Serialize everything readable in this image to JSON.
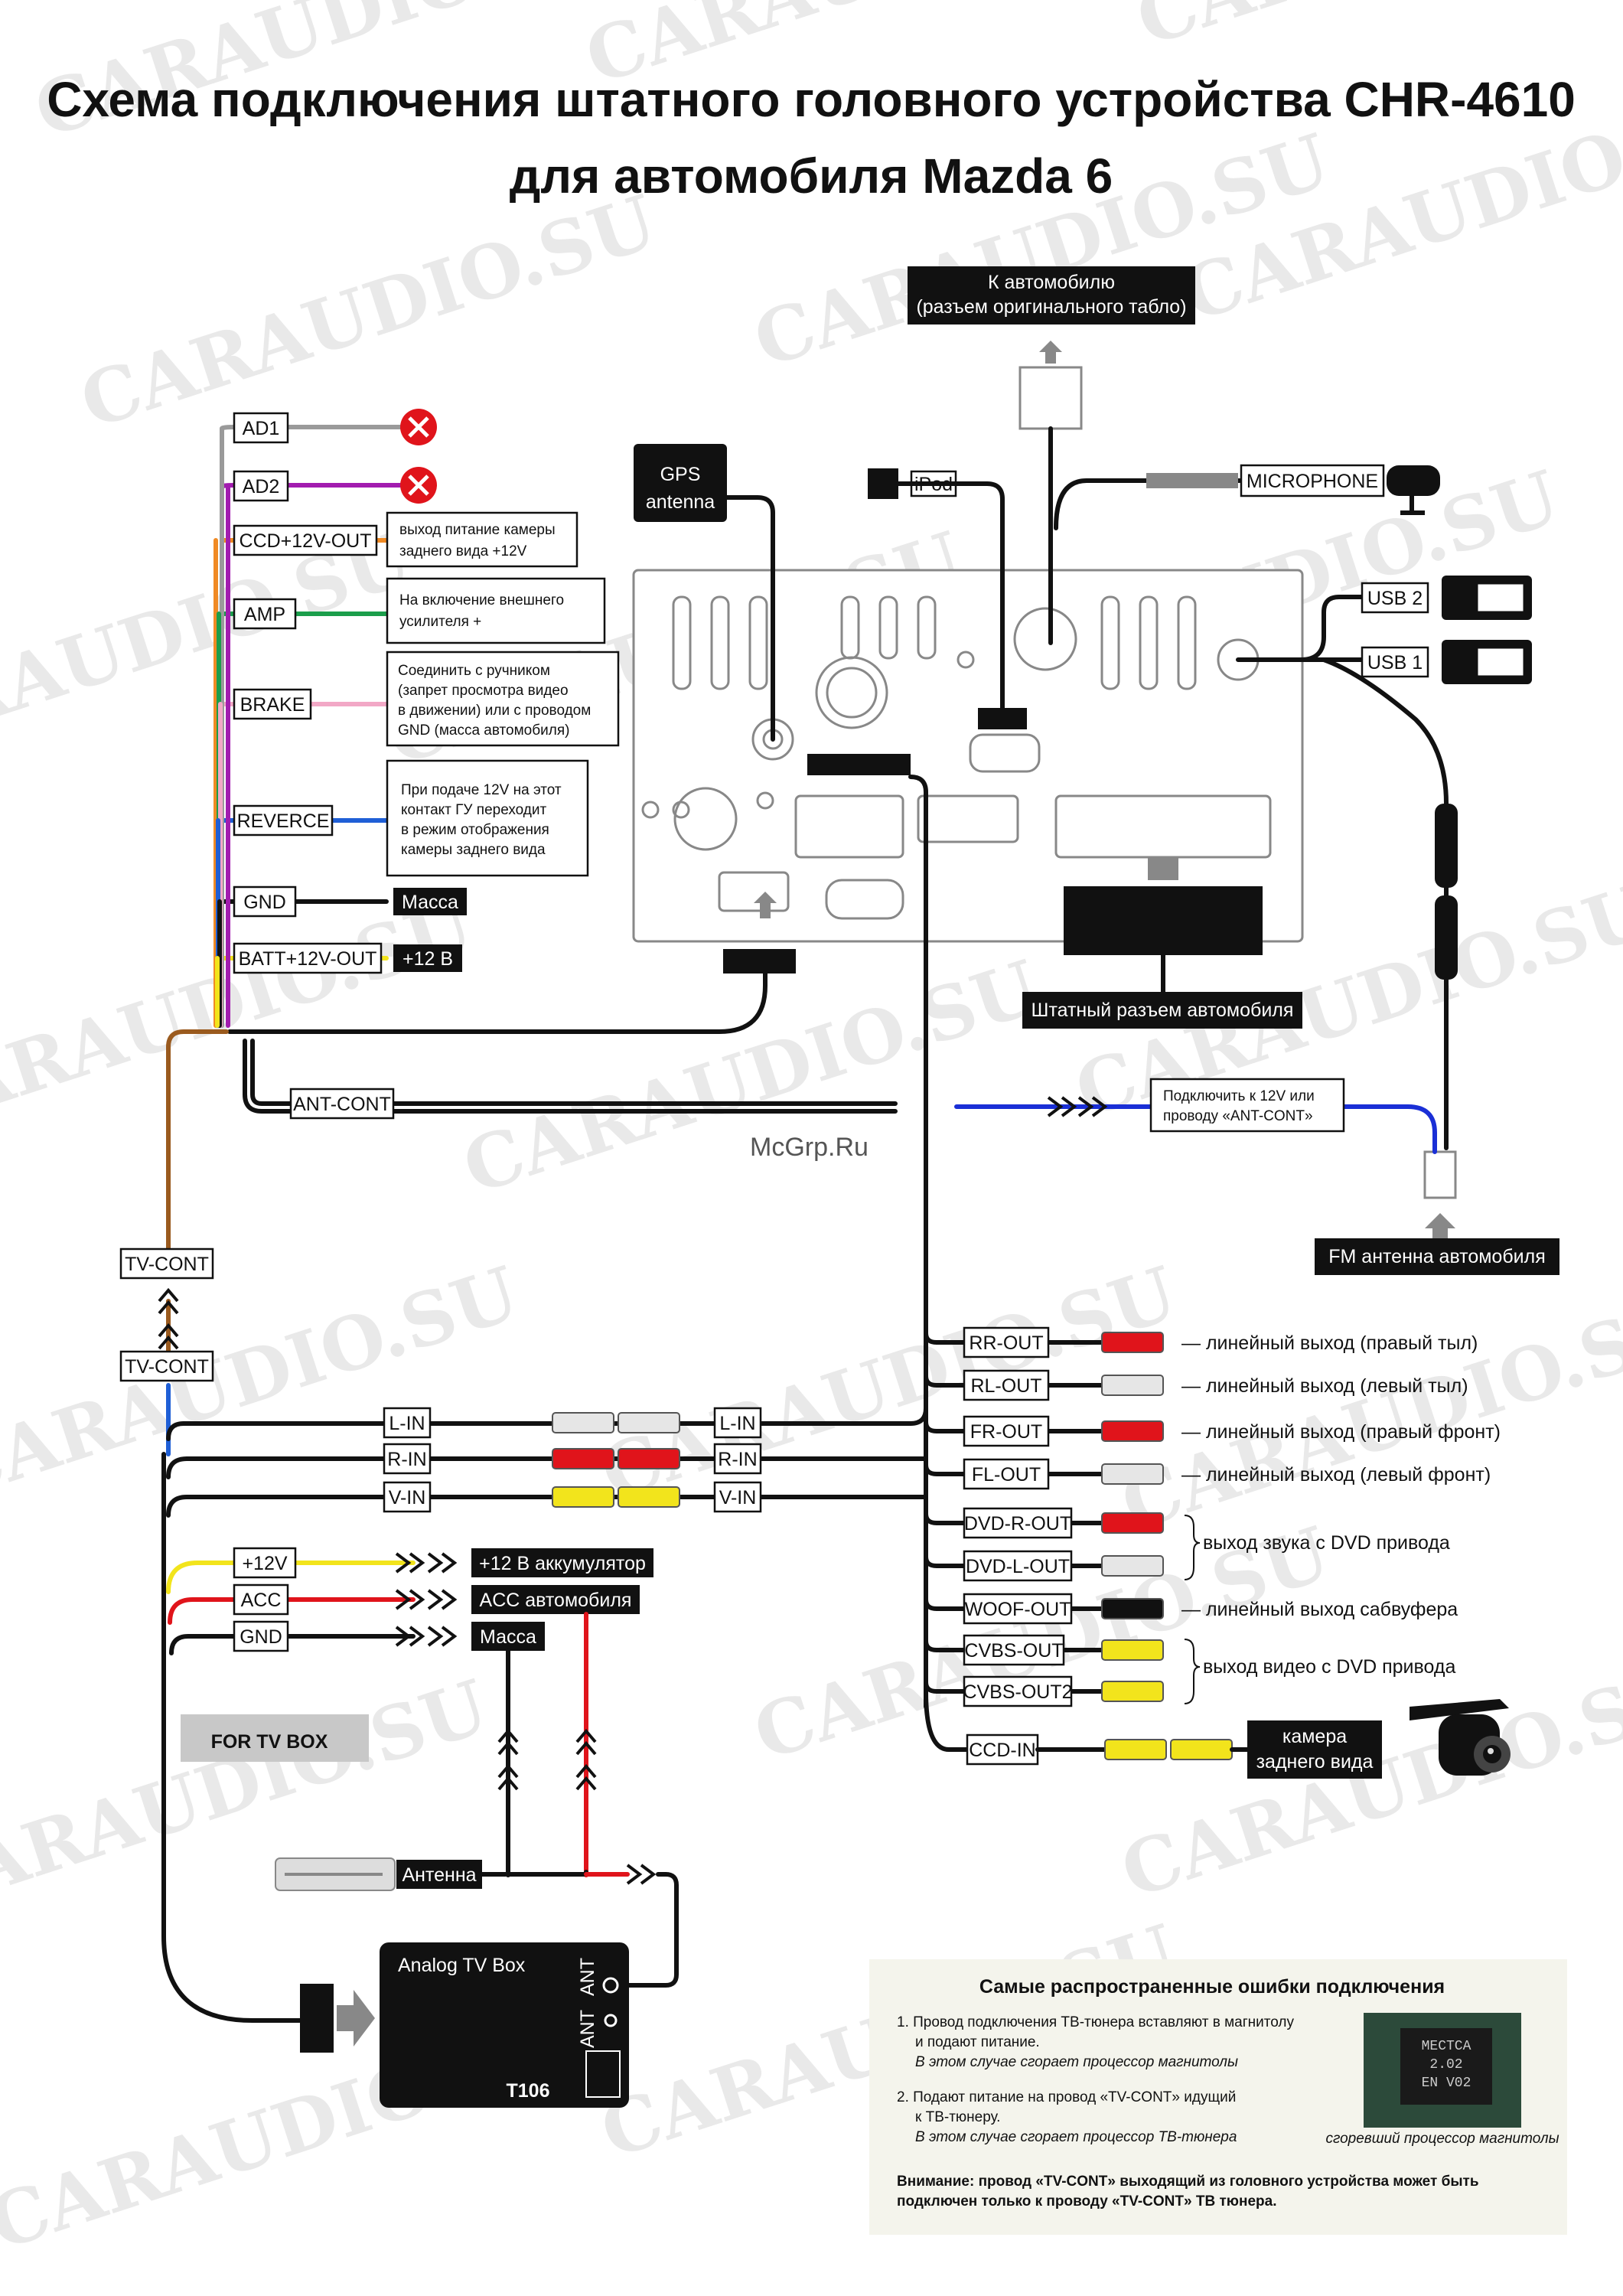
{
  "title": {
    "line1": "Схема подключения штатного головного устройства CHR-4610",
    "line2": "для автомобиля Mazda 6"
  },
  "watermarks": {
    "brand": "CARAUDIO.SU",
    "site": "McGrp.Ru"
  },
  "top": {
    "to_car_line1": "К автомобилю",
    "to_car_line2": "(разъем оригинального табло)",
    "gps_line1": "GPS",
    "gps_line2": "antenna",
    "ipod": "iPod",
    "microphone": "MICROPHONE",
    "usb2": "USB 2",
    "usb1": "USB 1"
  },
  "left_wires": {
    "ad1": "AD1",
    "ad2": "AD2",
    "ccd": "CCD+12V-OUT",
    "ccd_note_1": "выход питание камеры",
    "ccd_note_2": "заднего вида +12V",
    "amp": "AMP",
    "amp_note_1": "На включение внешнего",
    "amp_note_2": "усилителя +",
    "brake": "BRAKE",
    "brake_note_1": "Соединить с ручником",
    "brake_note_2": "(запрет просмотра видео",
    "brake_note_3": "в движении) или с проводом",
    "brake_note_4": "GND (масса автомобиля)",
    "reverce": "REVERCE",
    "reverce_note_1": "При подаче 12V на этот",
    "reverce_note_2": "контакт ГУ переходит",
    "reverce_note_3": "в режим отображения",
    "reverce_note_4": "камеры заднего вида",
    "gnd": "GND",
    "gnd_note": "Масса",
    "batt": "BATT+12V-OUT",
    "batt_note": "+12 В"
  },
  "middle": {
    "stock_connector": "Штатный разъем автомобиля",
    "ant_cont": "ANT-CONT",
    "ant_connect_1": "Подключить к 12V или",
    "ant_connect_2": "проводу «ANT-CONT»",
    "fm_antenna": "FM антенна автомобиля",
    "tv_cont_1": "TV-CONT",
    "tv_cont_2": "TV-CONT"
  },
  "av_inputs": {
    "l_in": "L-IN",
    "r_in": "R-IN",
    "v_in": "V-IN"
  },
  "tv_power": {
    "p12v": "+12V",
    "p12v_note": "+12 В аккумулятор",
    "acc": "ACC",
    "acc_note": "ACC автомобиля",
    "gnd": "GND",
    "gnd_note": "Масса",
    "for_tv_box": "FOR TV BOX",
    "antenna": "Антенна",
    "tv_box_name": "Analog TV Box",
    "tv_box_model": "T106",
    "ant_label": "ANT"
  },
  "outputs": [
    {
      "name": "RR-OUT",
      "desc": "— линейный выход (правый тыл)",
      "plug": "red"
    },
    {
      "name": "RL-OUT",
      "desc": "— линейный выход (левый тыл)",
      "plug": "white"
    },
    {
      "name": "FR-OUT",
      "desc": "— линейный выход (правый фронт)",
      "plug": "red"
    },
    {
      "name": "FL-OUT",
      "desc": "— линейный выход (левый фронт)",
      "plug": "white"
    },
    {
      "name": "DVD-R-OUT",
      "desc": "",
      "plug": "red"
    },
    {
      "name": "DVD-L-OUT",
      "desc": "",
      "plug": "white"
    },
    {
      "name": "WOOF-OUT",
      "desc": "— линейный выход сабвуфера",
      "plug": "black"
    },
    {
      "name": "CVBS-OUT",
      "desc": "",
      "plug": "yellow"
    },
    {
      "name": "CVBS-OUT2",
      "desc": "",
      "plug": "yellow"
    }
  ],
  "group_desc": {
    "dvd_audio": "выход звука с DVD привода",
    "dvd_video": "выход видео с DVD привода"
  },
  "camera": {
    "in": "CCD-IN",
    "label_1": "камера",
    "label_2": "заднего вида"
  },
  "errors": {
    "title": "Самые распространенные ошибки подключения",
    "e1_line1": "1. Провод подключения ТВ-тюнера вставляют в магнитолу",
    "e1_line2": "и подают питание.",
    "e1_line3": "В этом случае сгорает процессор магнитолы",
    "e2_line1": "2. Подают питание на провод «TV-CONT» идущий",
    "e2_line2": "к ТВ-тюнеру.",
    "e2_line3": "В этом случае сгорает процессор ТВ-тюнера",
    "warn_line1": "Внимание: провод «TV-CONT» выходящий из головного устройства может быть",
    "warn_line2": "подключен только к проводу «TV-CONT» ТВ тюнера.",
    "chip_line1": "MECTCA",
    "chip_line2": "2.02",
    "chip_line3": "EN V02",
    "chip_caption": "сгоревший процессор магнитолы"
  },
  "colors": {
    "ad1": "#9a9a9a",
    "ad2": "#a21caf",
    "ccd": "#f08a24",
    "amp": "#1b9e4b",
    "brake": "#f2a8c6",
    "reverce": "#1f5fd6",
    "gnd": "#111111",
    "batt": "#f2e41c",
    "tv_cont": "#9a5a1e",
    "acc_red": "#e0141b",
    "ant_blue": "#1a2fd6",
    "rca_red": "#e0141b",
    "rca_white": "#e6e6e6",
    "rca_yellow": "#f2e41c"
  }
}
